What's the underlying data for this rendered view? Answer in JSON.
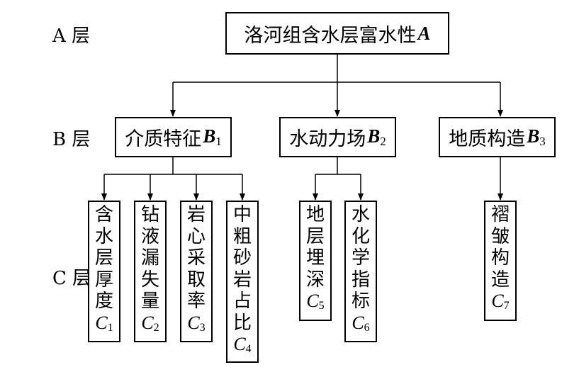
{
  "levels": {
    "a": "A 层",
    "b": "B 层",
    "c": "C 层"
  },
  "top": {
    "text": "洛河组含水层富水性",
    "sym": "A"
  },
  "criteria": [
    {
      "text": "介质特征",
      "sym": "B",
      "sub": "1"
    },
    {
      "text": "水动力场",
      "sym": "B",
      "sub": "2"
    },
    {
      "text": "地质构造",
      "sym": "B",
      "sub": "3"
    }
  ],
  "indicators": [
    {
      "chars": [
        "含",
        "水",
        "层",
        "厚",
        "度"
      ],
      "sym": "C",
      "sub": "1"
    },
    {
      "chars": [
        "钻",
        "液",
        "漏",
        "失",
        "量"
      ],
      "sym": "C",
      "sub": "2"
    },
    {
      "chars": [
        "岩",
        "心",
        "采",
        "取",
        "率"
      ],
      "sym": "C",
      "sub": "3"
    },
    {
      "chars": [
        "中",
        "粗",
        "砂",
        "岩",
        "占",
        "比"
      ],
      "sym": "C",
      "sub": "4"
    },
    {
      "chars": [
        "地",
        "层",
        "埋",
        "深"
      ],
      "sym": "C",
      "sub": "5"
    },
    {
      "chars": [
        "水",
        "化",
        "学",
        "指",
        "标"
      ],
      "sym": "C",
      "sub": "6"
    },
    {
      "chars": [
        "褶",
        "皱",
        "构",
        "造"
      ],
      "sym": "C",
      "sub": "7"
    }
  ]
}
